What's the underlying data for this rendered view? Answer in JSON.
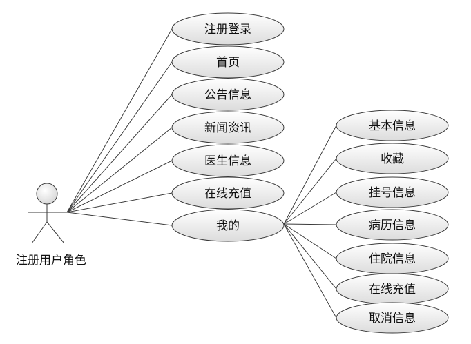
{
  "actor": {
    "label": "注册用户角色"
  },
  "use_cases": [
    {
      "id": "zhuce",
      "label": "注册登录"
    },
    {
      "id": "shouye",
      "label": "首页"
    },
    {
      "id": "gonggao",
      "label": "公告信息"
    },
    {
      "id": "xinwen",
      "label": "新闻资讯"
    },
    {
      "id": "yisheng",
      "label": "医生信息"
    },
    {
      "id": "chongzhi",
      "label": "在线充值"
    },
    {
      "id": "wode",
      "label": "我的"
    }
  ],
  "sub_cases": [
    {
      "id": "jiben",
      "label": "基本信息"
    },
    {
      "id": "shoucang",
      "label": "收藏"
    },
    {
      "id": "guahao",
      "label": "挂号信息"
    },
    {
      "id": "bingli",
      "label": "病历信息"
    },
    {
      "id": "zhuyuan",
      "label": "住院信息"
    },
    {
      "id": "chongzhi2",
      "label": "在线充值"
    },
    {
      "id": "quxiao",
      "label": "取消信息"
    }
  ],
  "colors": {
    "stroke": "#3a3a3a",
    "fill_top": "#ffffff",
    "fill_bottom": "#dcdcdc",
    "text": "#111111"
  }
}
